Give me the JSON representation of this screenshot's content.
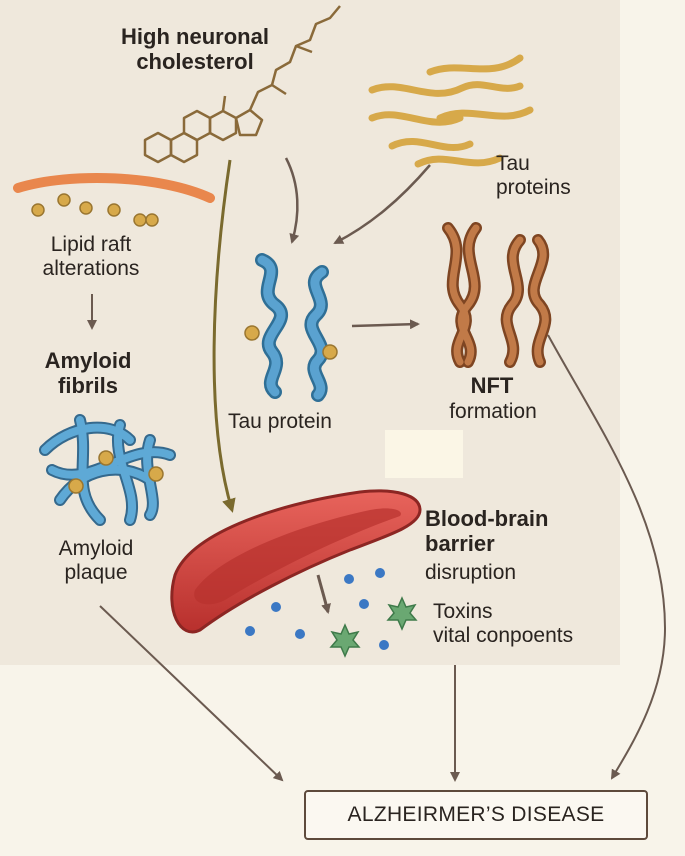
{
  "labels": {
    "cholesterol": "High neuronal\ncholesterol",
    "tau_proteins": "Tau\nproteins",
    "lipid_raft": "Lipid raft\nalterations",
    "amyloid_fibrils": "Amyloid\nfibrils",
    "amyloid_plaque": "Amyloid\nplaque",
    "tau_protein": "Tau protein",
    "nft": "NFT",
    "nft_formation": "formation",
    "bbb": "Blood-brain\nbarrier",
    "bbb_disruption": "disruption",
    "toxins": "Toxins\nvital conpoents",
    "outcome": "ALZHEIRMER’S DISEASE"
  },
  "colors": {
    "background": "#f8f4ea",
    "panel": "#efe8dc",
    "arrow": "#6b5a50",
    "cholesterol": "#8a6a3a",
    "tau_yellow": "#d7a94a",
    "tau_blue": "#4f93bd",
    "nft": "#b06a3c",
    "vessel": "#d94b45",
    "toxin": "#5e9c6a",
    "dot": "#3b78c4"
  }
}
